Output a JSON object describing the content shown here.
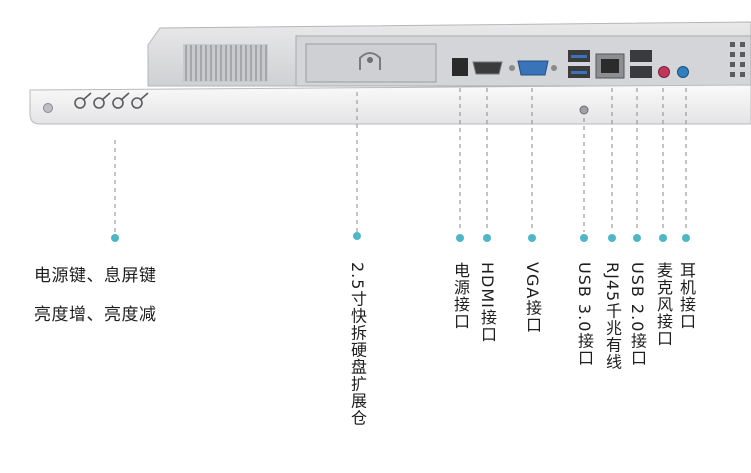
{
  "colors": {
    "accent_dot": "#4fb6c6",
    "leader_line": "#8a8a8a",
    "panel_body": "#dcdde0",
    "panel_face": "#f1f1f2",
    "port_blue": "#3a74b8",
    "mic_port": "#c0365a",
    "headphone_port": "#2f7fc0"
  },
  "labels": {
    "buttons_line1": "电源键、息屏键",
    "buttons_line2": "亮度增、亮度减",
    "hdd_bay": "2.5寸快拆硬盘扩展仓",
    "power_port": "电源接口",
    "hdmi_port": "HDMI接口",
    "vga_port": "VGA接口",
    "usb3_port": "USB 3.0接口",
    "rj45_port": "RJ45千兆有线",
    "usb2_port": "USB 2.0接口",
    "mic_port": "麦克风接口",
    "headphone_port": "耳机接口"
  },
  "icons": {
    "buttons": "key-icon",
    "screw": "screw-icon",
    "grill": "vent-grill-icon"
  }
}
